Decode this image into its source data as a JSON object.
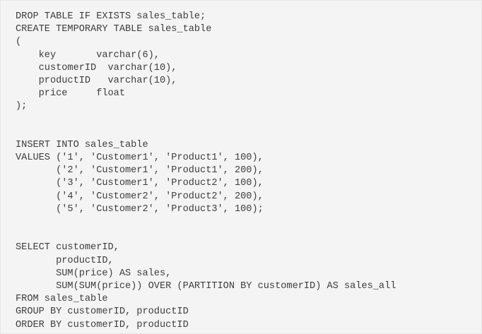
{
  "code_block": {
    "lines": [
      "DROP TABLE IF EXISTS sales_table;",
      "CREATE TEMPORARY TABLE sales_table",
      "(",
      "    key       varchar(6),",
      "    customerID  varchar(10),",
      "    productID   varchar(10),",
      "    price     float",
      ");",
      "",
      "",
      "INSERT INTO sales_table",
      "VALUES ('1', 'Customer1', 'Product1', 100),",
      "       ('2', 'Customer1', 'Product1', 200),",
      "       ('3', 'Customer1', 'Product2', 100),",
      "       ('4', 'Customer2', 'Product2', 200),",
      "       ('5', 'Customer2', 'Product3', 100);",
      "",
      "",
      "SELECT customerID,",
      "       productID,",
      "       SUM(price) AS sales,",
      "       SUM(SUM(price)) OVER (PARTITION BY customerID) AS sales_all",
      "FROM sales_table",
      "GROUP BY customerID, productID",
      "ORDER BY customerID, productID"
    ]
  }
}
